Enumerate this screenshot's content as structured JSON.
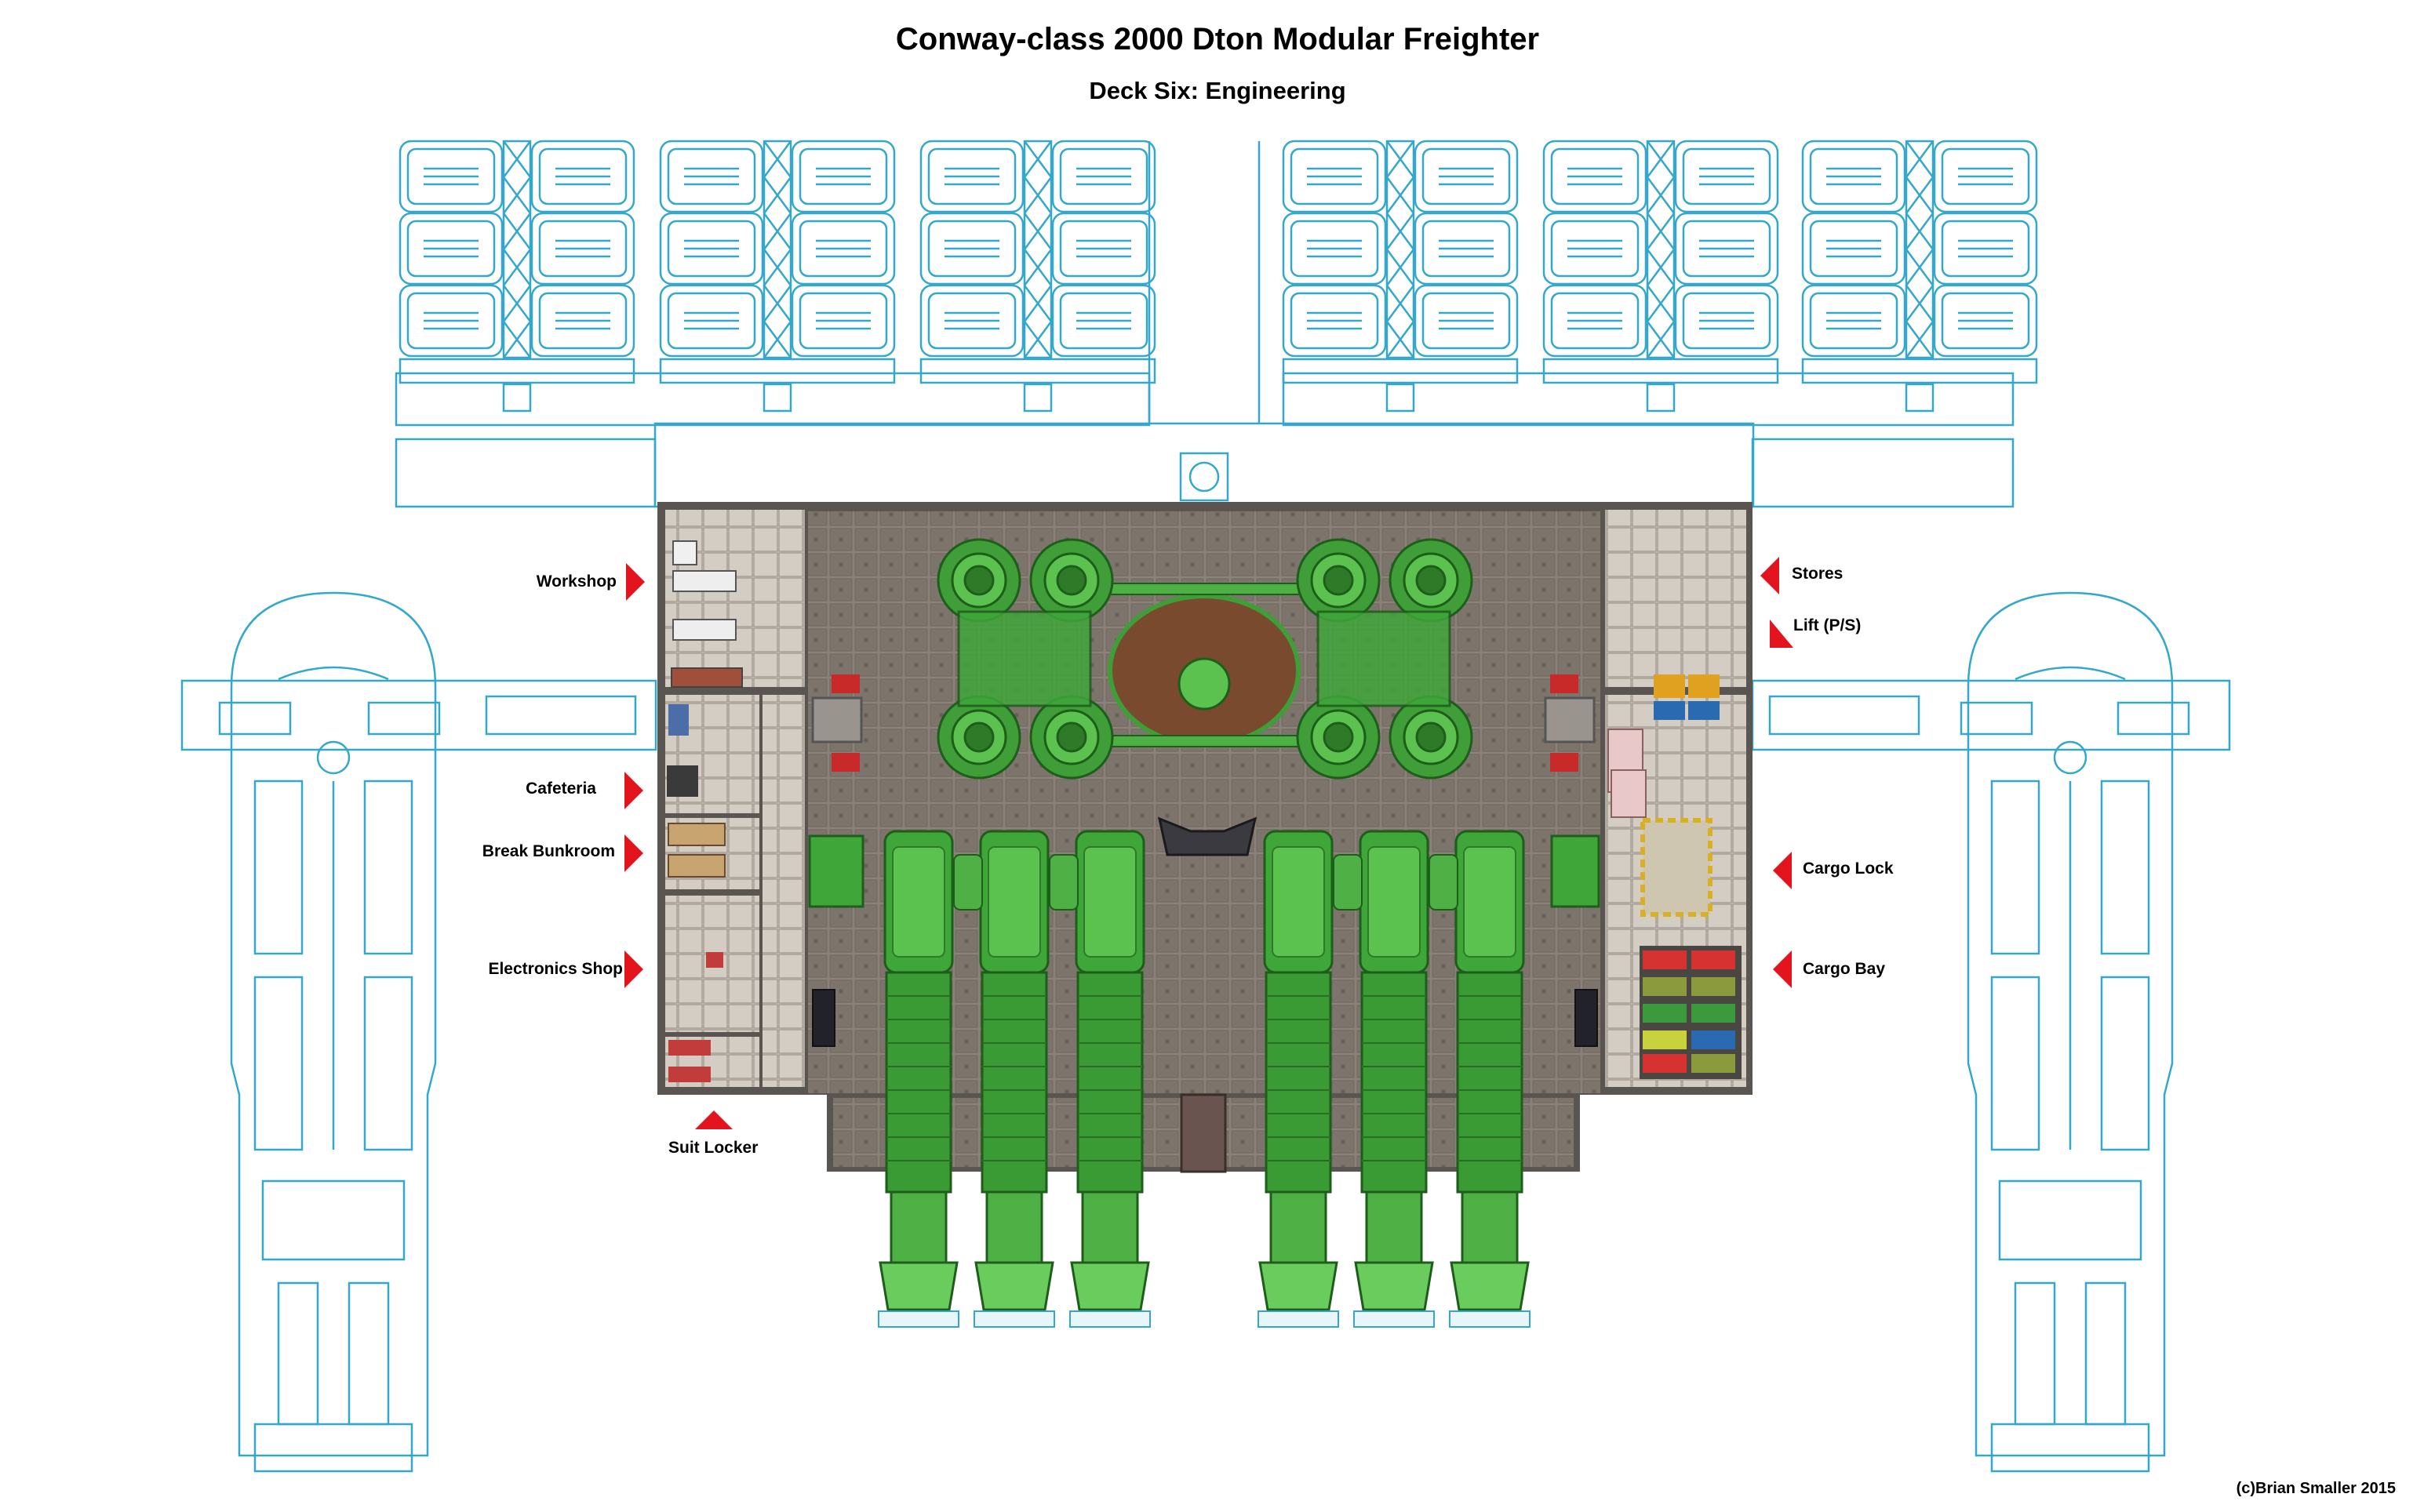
{
  "header": {
    "title": "Conway-class 2000 Dton Modular Freighter",
    "subtitle": "Deck Six: Engineering"
  },
  "labels": {
    "workshop": "Workshop",
    "cafeteria": "Cafeteria",
    "break_bunkroom": "Break Bunkroom",
    "electronics_shop": "Electronics Shop",
    "suit_locker": "Suit Locker",
    "stores": "Stores",
    "lift": "Lift (P/S)",
    "cargo_lock": "Cargo Lock",
    "cargo_bay": "Cargo Bay"
  },
  "footer": {
    "credit": "(c)Brian Smaller 2015"
  },
  "colors": {
    "blueprint": "#33a8cc",
    "deck_floor": "#8a8078",
    "machinery": "#3fa63a",
    "marker": "#e4141e"
  }
}
